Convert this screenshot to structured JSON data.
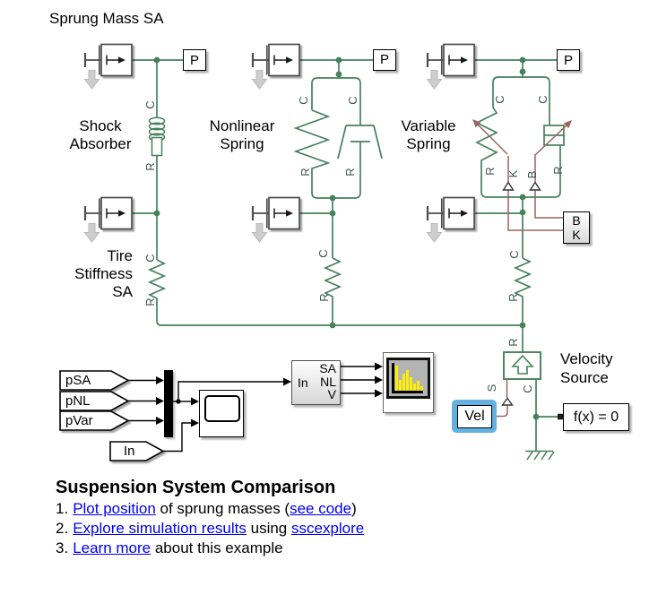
{
  "colors": {
    "physical_line": "#46805C",
    "signal_ps_line": "#9E6262",
    "selection_highlight": "#62B1E0",
    "port_label": "#3E574F",
    "link": "#0000EE"
  },
  "annotations": {
    "sprung_mass": "Sprung Mass SA",
    "shock_absorber": {
      "line1": "Shock",
      "line2": "Absorber"
    },
    "nonlinear_spring": {
      "line1": "Nonlinear",
      "line2": "Spring"
    },
    "variable_spring": {
      "line1": "Variable",
      "line2": "Spring"
    },
    "tire_stiffness": {
      "line1": "Tire",
      "line2": "Stiffness",
      "line3": "SA"
    },
    "velocity_source": {
      "line1": "Velocity",
      "line2": "Source"
    }
  },
  "blocks": {
    "p1": "P",
    "p2": "P",
    "p3": "P",
    "bk": {
      "line1": "B",
      "line2": "K"
    },
    "vel": "Vel",
    "solver": "f(x) = 0",
    "tag_psa": "pSA",
    "tag_pnl": "pNL",
    "tag_pvar": "pVar",
    "tag_in": "In",
    "subsystem": {
      "in": "In",
      "out_sa": "SA",
      "out_nl": "NL",
      "out_v": "V"
    }
  },
  "ports": {
    "c": "C",
    "r": "R",
    "s": "S",
    "k": "K",
    "b": "B"
  },
  "footer": {
    "title": "Suspension System Comparison",
    "items": [
      {
        "num": "1.",
        "seg0": "Plot position",
        "seg1": " of sprung masses (",
        "seg2": "see code",
        "seg3": ")"
      },
      {
        "num": "2.",
        "seg0": "Explore simulation results",
        "seg1": " using ",
        "seg2": "sscexplore"
      },
      {
        "num": "3.",
        "seg0": "Learn more",
        "seg1": " about this example"
      }
    ]
  }
}
